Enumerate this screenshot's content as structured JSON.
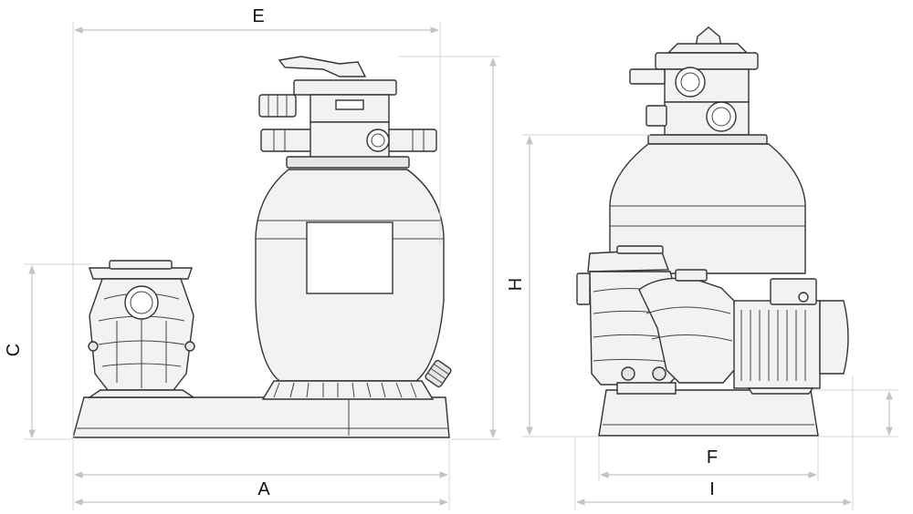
{
  "dimension_labels": {
    "a": "A",
    "c": "C",
    "e": "E",
    "f": "F",
    "h": "H",
    "i": "I"
  }
}
